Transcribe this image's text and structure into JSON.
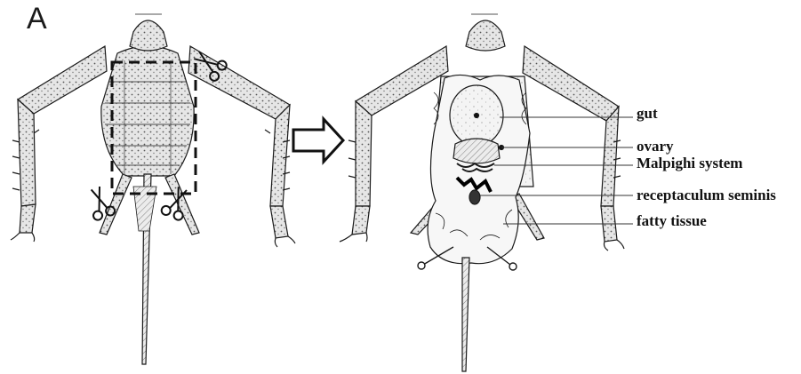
{
  "figure": {
    "panel_label": "A",
    "labels": {
      "gut": "gut",
      "ovary": "ovary",
      "malpighi": "Malpighi system",
      "receptaculum": "receptaculum seminis",
      "fatty_tissue": "fatty tissue"
    },
    "colors": {
      "ink": "#1a1a1a",
      "fill": "#e9e9e9",
      "tissue": "#f3f3f3",
      "background": "#ffffff"
    },
    "icons": [
      "scissors-icon",
      "arrow-right-icon",
      "pin-icon"
    ]
  }
}
